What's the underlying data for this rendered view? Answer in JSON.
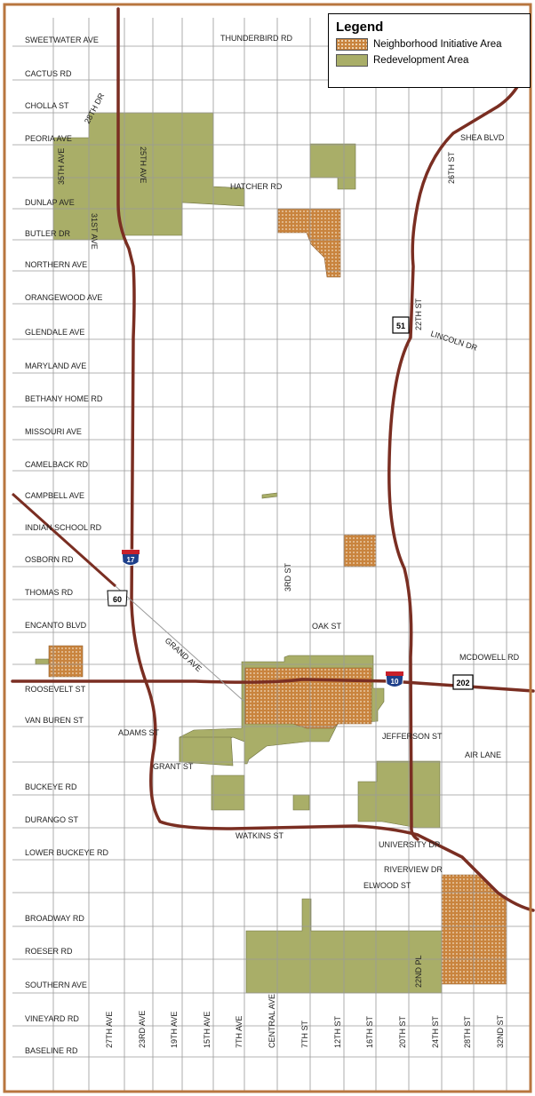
{
  "legend": {
    "title": "Legend",
    "items": [
      {
        "label": "Neighborhood Initiative Area",
        "color": "#c9843e"
      },
      {
        "label": "Redevelopment Area",
        "color": "#a9ae68"
      }
    ]
  },
  "colors": {
    "frame": "#b8763f",
    "highway": "#7a2e22",
    "street": "#9a9a9a",
    "redevelopment": "#a9ae68",
    "initiative": "#c9843e"
  },
  "shields": {
    "i17": "17",
    "us60": "60",
    "i10": "10",
    "sr51": "51",
    "sr202": "202"
  },
  "streets_ew": [
    "SWEETWATER AVE",
    "THUNDERBIRD RD",
    "CACTUS RD",
    "CHOLLA ST",
    "PEORIA AVE",
    "SHEA BLVD",
    "HATCHER RD",
    "DUNLAP AVE",
    "BUTLER DR",
    "NORTHERN AVE",
    "ORANGEWOOD AVE",
    "GLENDALE AVE",
    "MARYLAND AVE",
    "LINCOLN DR",
    "BETHANY HOME RD",
    "MISSOURI AVE",
    "CAMELBACK RD",
    "CAMPBELL AVE",
    "INDIAN SCHOOL RD",
    "OSBORN RD",
    "THOMAS RD",
    "ENCANTO BLVD",
    "OAK ST",
    "MCDOWELL RD",
    "ROOSEVELT ST",
    "VAN BUREN ST",
    "ADAMS ST",
    "JEFFERSON ST",
    "AIR LANE",
    "GRANT ST",
    "BUCKEYE RD",
    "DURANGO ST",
    "WATKINS ST",
    "UNIVERSITY DR",
    "LOWER BUCKEYE RD",
    "RIVERVIEW DR",
    "ELWOOD ST",
    "BROADWAY RD",
    "ROESER RD",
    "SOUTHERN AVE",
    "VINEYARD RD",
    "BASELINE RD",
    "GRAND AVE"
  ],
  "streets_ns": [
    "28TH DR",
    "35TH AVE",
    "25TH AVE",
    "31ST AVE",
    "26TH ST",
    "22TH ST",
    "3RD ST",
    "22ND PL",
    "27TH AVE",
    "23RD AVE",
    "19TH AVE",
    "15TH AVE",
    "7TH AVE",
    "CENTRAL AVE",
    "7TH ST",
    "12TH ST",
    "16TH ST",
    "20TH ST",
    "24TH ST",
    "28TH ST",
    "32ND ST"
  ]
}
